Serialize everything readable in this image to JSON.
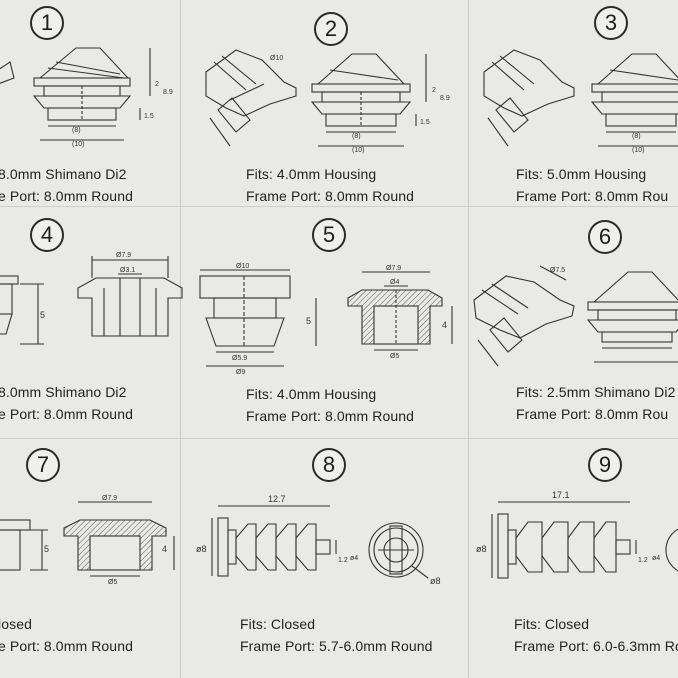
{
  "cells": [
    {
      "num": "1",
      "line1": "8.0mm Shimano Di2",
      "line2": "e Port: 8.0mm Round"
    },
    {
      "num": "2",
      "line1": "Fits: 4.0mm Housing",
      "line2": "Frame Port: 8.0mm Round"
    },
    {
      "num": "3",
      "line1": "Fits: 5.0mm Housing",
      "line2": "Frame Port: 8.0mm Rou"
    },
    {
      "num": "4",
      "line1": "8.0mm Shimano Di2",
      "line2": "e Port: 8.0mm Round"
    },
    {
      "num": "5",
      "line1": "Fits: 4.0mm Housing",
      "line2": "Frame Port: 8.0mm Round"
    },
    {
      "num": "6",
      "line1": "Fits: 2.5mm Shimano Di2",
      "line2": "Frame Port: 8.0mm Rou"
    },
    {
      "num": "7",
      "line1": "losed",
      "line2": "e Port: 8.0mm Round"
    },
    {
      "num": "8",
      "line1": "Fits: Closed",
      "line2": "Frame Port: 5.7-6.0mm Round"
    },
    {
      "num": "9",
      "line1": "Fits: Closed",
      "line2": "Frame Port: 6.0-6.3mm Roun"
    }
  ],
  "dims": {
    "d79": "Ø7.9",
    "d31": "Ø3.1",
    "d10": "Ø10",
    "d59": "Ø5.9",
    "d9": "Ø9",
    "d4": "Ø4",
    "d5": "Ø5",
    "d75": "Ø7.5",
    "d8": "ø8",
    "d4b": "ø4",
    "len127": "12.7",
    "len171": "17.1",
    "v5": "5",
    "v4": "4",
    "v12": "1.2",
    "v8b": "(8)",
    "v10": "(10)",
    "v15": "1.5",
    "v2": "2",
    "v89": "8.9"
  }
}
